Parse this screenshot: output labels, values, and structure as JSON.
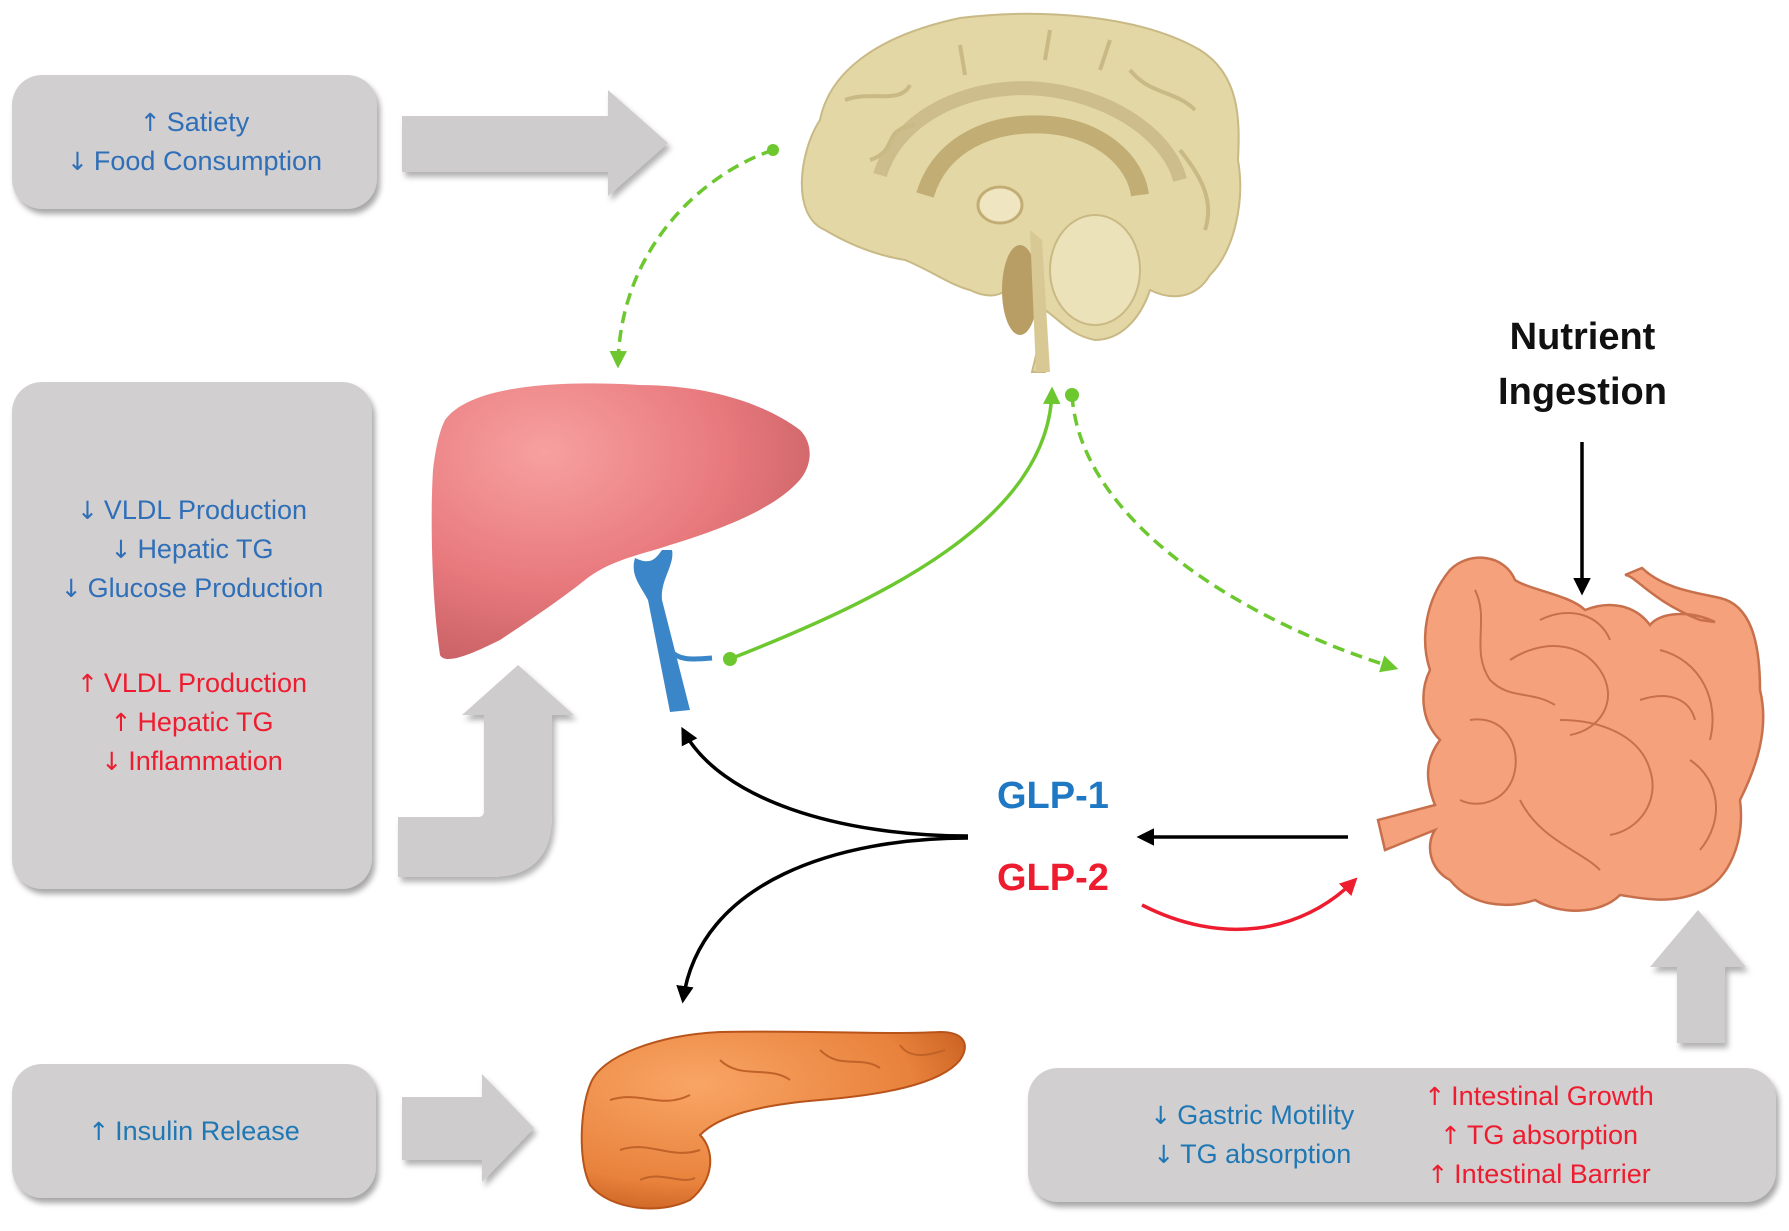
{
  "title": "GLP-1 and GLP-2 effects on brain, liver, pancreas and intestine",
  "colors": {
    "glp1_blue": "#1f78c4",
    "glp2_red": "#ee1c2f",
    "connector_green": "#6cc82e",
    "panel_gray": "#d2cfd0",
    "block_arrow_gray": "#cfcccd",
    "portal_vein_blue": "#3a86c8",
    "liver_pink": "#e8797d",
    "brain_tan": "#e3d7a6",
    "intestine_orange": "#f5a27c",
    "pancreas_orange": "#e8823c"
  },
  "organs": {
    "brain": "Brain",
    "liver": "Liver",
    "pancreas": "Pancreas",
    "intestine": "Small intestine",
    "portal_vein": "Portal vein"
  },
  "labels": {
    "glp1": "GLP-1",
    "glp2": "GLP-2",
    "nutrient_line1": "Nutrient",
    "nutrient_line2": "Ingestion"
  },
  "panels": {
    "brain": {
      "items": [
        {
          "arrow": "↑",
          "text": "Satiety",
          "hormone": "GLP-1"
        },
        {
          "arrow": "↓",
          "text": "Food Consumption",
          "hormone": "GLP-1"
        }
      ]
    },
    "liver": {
      "glp1_items": [
        {
          "arrow": "↓",
          "text": "VLDL Production"
        },
        {
          "arrow": "↓",
          "text": "Hepatic TG"
        },
        {
          "arrow": "↓",
          "text": "Glucose Production"
        }
      ],
      "glp2_items": [
        {
          "arrow": "↑",
          "text": "VLDL Production"
        },
        {
          "arrow": "↑",
          "text": "Hepatic TG"
        },
        {
          "arrow": "↓",
          "text": "Inflammation"
        }
      ]
    },
    "pancreas": {
      "items": [
        {
          "arrow": "↑",
          "text": "Insulin Release",
          "hormone": "GLP-1"
        }
      ]
    },
    "gut": {
      "glp1_items": [
        {
          "arrow": "↓",
          "text": "Gastric Motility"
        },
        {
          "arrow": "↓",
          "text": "TG absorption"
        }
      ],
      "glp2_items": [
        {
          "arrow": "↑",
          "text": "Intestinal Growth"
        },
        {
          "arrow": "↑",
          "text": "TG absorption"
        },
        {
          "arrow": "↑",
          "text": "Intestinal Barrier"
        }
      ]
    }
  },
  "connectors": [
    {
      "from": "brain",
      "to": "liver",
      "style": "dashed",
      "color": "green"
    },
    {
      "from": "portal_vein",
      "to": "brain",
      "style": "solid",
      "color": "green"
    },
    {
      "from": "brain",
      "to": "intestine",
      "style": "dashed",
      "color": "green"
    },
    {
      "from": "intestine",
      "to": "GLP-1/GLP-2",
      "style": "solid",
      "color": "black"
    },
    {
      "from": "GLP-1",
      "to": "portal_vein",
      "style": "solid",
      "color": "black"
    },
    {
      "from": "GLP-1",
      "to": "pancreas",
      "style": "solid",
      "color": "black"
    },
    {
      "from": "GLP-2",
      "to": "intestine",
      "style": "solid",
      "color": "red"
    },
    {
      "from": "nutrient_ingestion",
      "to": "intestine",
      "style": "solid",
      "color": "black"
    }
  ]
}
